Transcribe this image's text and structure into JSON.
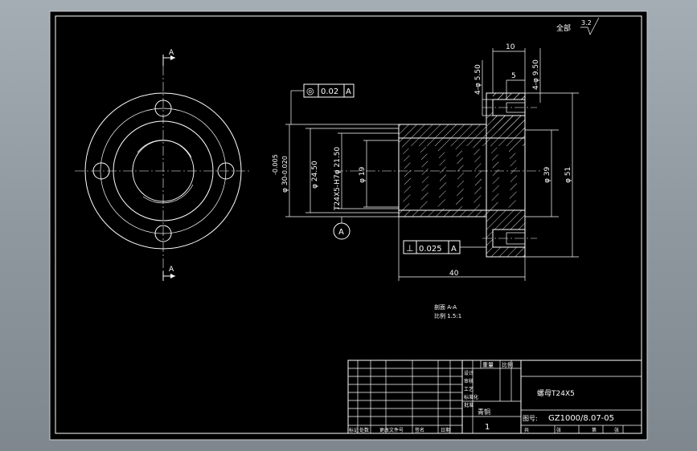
{
  "sheet": {
    "background": "#000000",
    "line_color": "#ffffff",
    "frame_bg": "#8e979f"
  },
  "roughness": {
    "label": "全部",
    "value": "3.2"
  },
  "front_view": {
    "section_marks": [
      "A",
      "A"
    ]
  },
  "section_view": {
    "dimensions": {
      "top_width": "10",
      "top_inner": "5",
      "hole_small": "4-φ 5.50",
      "hole_large": "4-φ 9.50",
      "dia_30": "φ 30",
      "tol_upper": "-0.005",
      "tol_lower": "-0.020",
      "dia_2450": "φ 24.50",
      "thread": "T24X5-H7φ 21.50",
      "dia_19": "φ 19",
      "dia_39": "φ 39",
      "dia_51": "φ 51",
      "length_40": "40"
    },
    "tolerance_frames": [
      {
        "symbol": "◎",
        "value": "0.02",
        "datum": "A"
      },
      {
        "symbol": "⊥",
        "value": "0.025",
        "datum": "A"
      }
    ],
    "datum_label": "A"
  },
  "section_note": {
    "line1": "剖面 A-A",
    "line2": "比例 1.5:1"
  },
  "title_block": {
    "part_name": "螺母T24X5",
    "drawing_no_label": "图号:",
    "drawing_no": "GZ1000/8.07-05",
    "qty": "1",
    "material_label": "青铜",
    "header_weight": "重量",
    "header_scale": "比例",
    "left_labels": [
      "设计",
      "审核",
      "工艺",
      "标准化",
      "批准"
    ],
    "bottom_labels": [
      "标记",
      "处数",
      "更改文件号",
      "签名",
      "日期"
    ],
    "footer_labels": [
      "共",
      "张",
      "第",
      "张"
    ]
  }
}
